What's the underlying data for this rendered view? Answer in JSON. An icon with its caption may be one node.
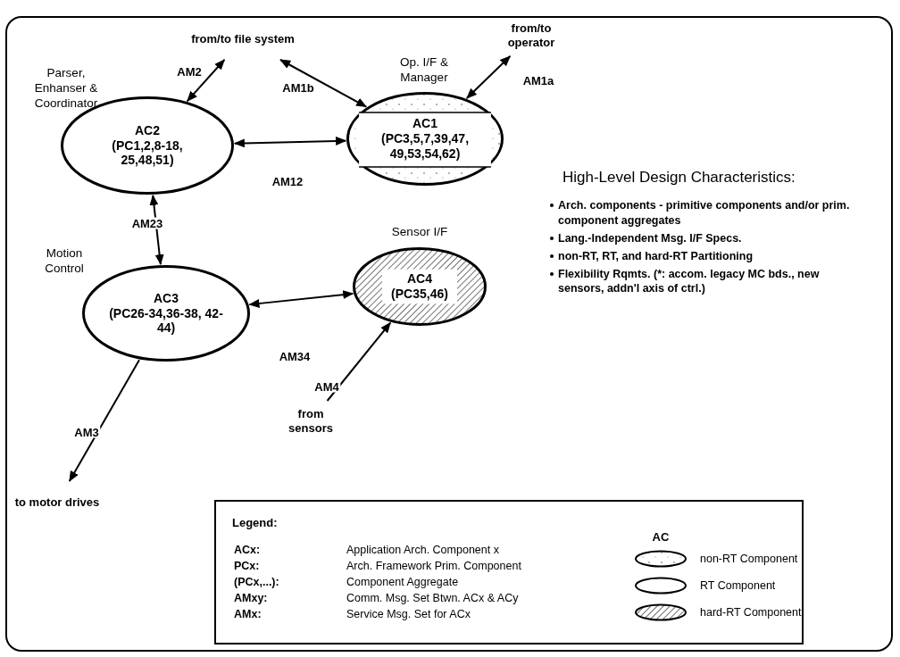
{
  "diagram": {
    "nodes": [
      {
        "text": [
          "from/to file system"
        ]
      },
      {
        "text": [
          "from/to operator"
        ]
      },
      {
        "text": [
          "AC2",
          "(PC1,2,8-18, 25,48,51)"
        ],
        "beside": [
          "Parser, Enhanser & Coordinator"
        ]
      },
      {
        "text": [
          "AC1",
          "(PC3,5,7,39,47, 49,53,54,62)"
        ],
        "beside": [
          "Op. I/F & Manager"
        ]
      },
      {
        "text": [
          "AC3",
          "(PC26-34,36-38, 42-44)"
        ],
        "beside": [
          "Motion Control"
        ]
      },
      {
        "text": [
          "AC4",
          "(PC35,46)"
        ],
        "beside": [
          "Sensor I/F"
        ]
      },
      {
        "text": [
          "from sensors"
        ]
      },
      {
        "text": [
          "to motor drives"
        ]
      }
    ],
    "edges": [
      {
        "from": 2,
        "to": 0,
        "arrow": "both",
        "label": "AM2"
      },
      {
        "from": 3,
        "to": 0,
        "arrow": "both",
        "label": "AM1b"
      },
      {
        "from": 3,
        "to": 1,
        "arrow": "both",
        "label": "AM1a"
      },
      {
        "from": 2,
        "to": 3,
        "arrow": "both",
        "label": "AM12"
      },
      {
        "from": 2,
        "to": 4,
        "arrow": "both",
        "label": "AM23"
      },
      {
        "from": 4,
        "to": 5,
        "arrow": "both",
        "label": "AM34"
      },
      {
        "from": 6,
        "to": 5,
        "arrow": "to",
        "label": "AM4"
      },
      {
        "from": 4,
        "to": 7,
        "arrow": "to",
        "label": "AM3"
      }
    ],
    "labels": [
      "High-Level Design Characteristics:",
      "Arch. components - primitive components and/or prim. component aggregates",
      "Lang.-Independent Msg. I/F Specs.",
      "non-RT, RT, and hard-RT Partitioning",
      "Flexibility Rqmts. (*: accom. legacy MC bds., new sensors, addn'l axis of ctrl.)",
      "Legend:",
      "ACx:",
      "Application Arch. Component x",
      "PCx:",
      "Arch. Framework Prim. Component",
      "(PCx,...):",
      "Component Aggregate",
      "AMxy:",
      "Comm. Msg. Set Btwn. ACx & ACy",
      "AMx:",
      "Service Msg. Set for ACx",
      "AC"
    ],
    "legend": [
      {
        "text": "non-RT Component"
      },
      {
        "text": "RT Component"
      },
      {
        "text": "hard-RT Component"
      }
    ]
  }
}
